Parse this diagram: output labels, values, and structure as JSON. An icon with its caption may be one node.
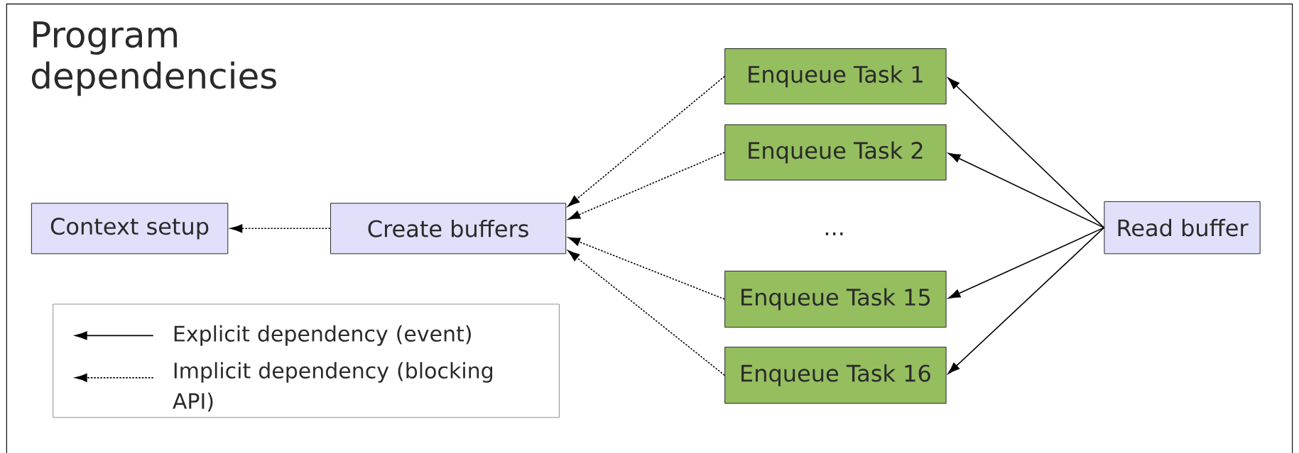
{
  "diagram": {
    "title": "Program dependencies",
    "nodes": [
      {
        "text": [
          "Context setup"
        ]
      },
      {
        "text": [
          "Create buffers"
        ]
      },
      {
        "text": [
          "Enqueue Task 1"
        ]
      },
      {
        "text": [
          "Enqueue Task 2"
        ]
      },
      {
        "text": [
          "Enqueue Task 15"
        ]
      },
      {
        "text": [
          "Enqueue Task 16"
        ]
      },
      {
        "text": [
          "Read buffer"
        ]
      }
    ],
    "edges": [
      {
        "from": 1,
        "to": 0,
        "arrow": "to",
        "style": "dashed"
      },
      {
        "from": 2,
        "to": 1,
        "arrow": "to",
        "style": "dashed"
      },
      {
        "from": 3,
        "to": 1,
        "arrow": "to",
        "style": "dashed"
      },
      {
        "from": 4,
        "to": 1,
        "arrow": "to",
        "style": "dashed"
      },
      {
        "from": 5,
        "to": 1,
        "arrow": "to",
        "style": "dashed"
      },
      {
        "from": 6,
        "to": 2,
        "arrow": "to"
      },
      {
        "from": 6,
        "to": 3,
        "arrow": "to"
      },
      {
        "from": 6,
        "to": 4,
        "arrow": "to"
      },
      {
        "from": 6,
        "to": 5,
        "arrow": "to"
      }
    ],
    "labels": [
      "..."
    ],
    "legend": [
      {
        "text": "Explicit dependency (event)"
      },
      {
        "text": "Implicit dependency (blocking API)"
      }
    ]
  }
}
